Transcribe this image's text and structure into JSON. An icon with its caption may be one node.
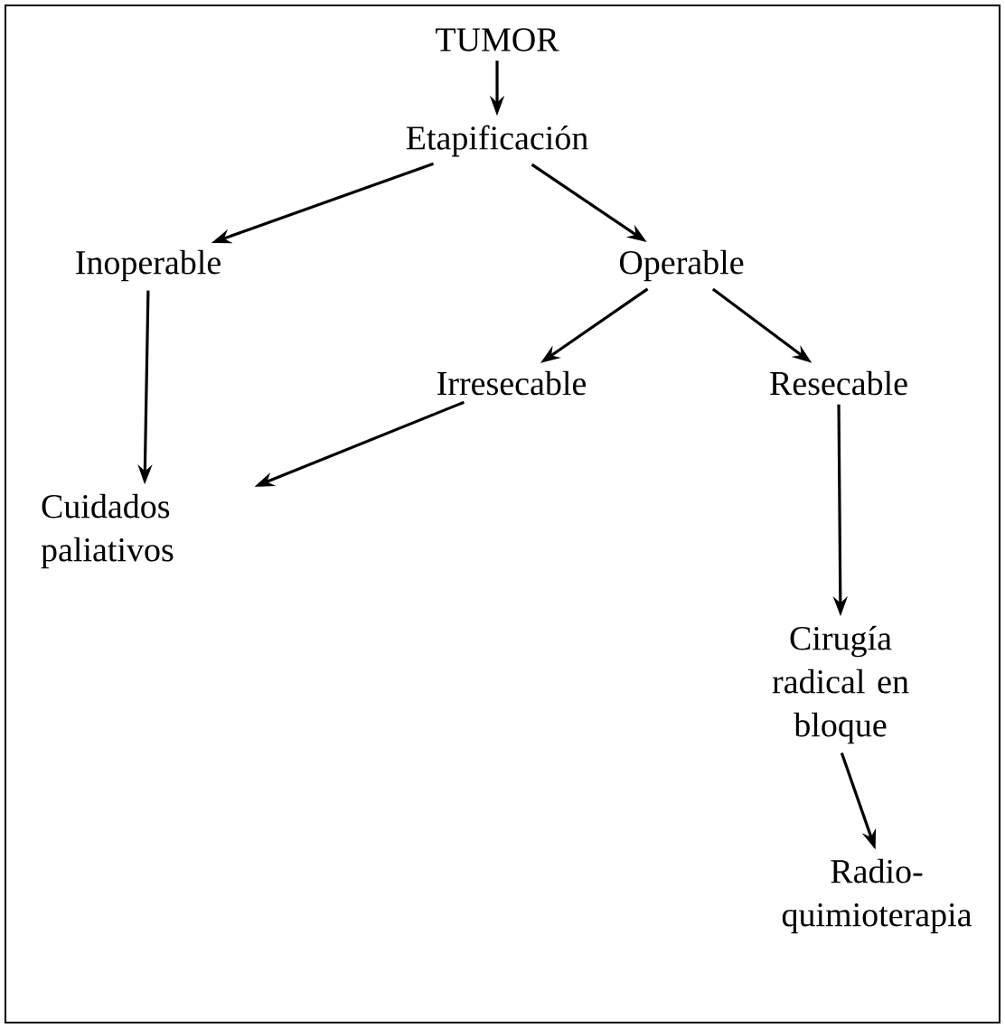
{
  "diagram": {
    "nodes": [
      {
        "text": [
          "TUMOR"
        ]
      },
      {
        "text": [
          "Etapificación"
        ]
      },
      {
        "text": [
          "Inoperable"
        ]
      },
      {
        "text": [
          "Operable"
        ]
      },
      {
        "text": [
          "Irresecable"
        ]
      },
      {
        "text": [
          "Resecable"
        ]
      },
      {
        "text": [
          "Cuidados paliativos"
        ]
      },
      {
        "text": [
          "Cirugía radical en bloque"
        ]
      },
      {
        "text": [
          "Radio-quimioterapia"
        ]
      }
    ],
    "edges": [
      {
        "from": 0,
        "to": 1,
        "arrow": "to"
      },
      {
        "from": 1,
        "to": 2,
        "arrow": "to"
      },
      {
        "from": 1,
        "to": 3,
        "arrow": "to"
      },
      {
        "from": 2,
        "to": 6,
        "arrow": "to"
      },
      {
        "from": 3,
        "to": 4,
        "arrow": "to"
      },
      {
        "from": 3,
        "to": 5,
        "arrow": "to"
      },
      {
        "from": 4,
        "to": 6,
        "arrow": "to"
      },
      {
        "from": 5,
        "to": 7,
        "arrow": "to"
      },
      {
        "from": 7,
        "to": 8,
        "arrow": "to"
      }
    ]
  }
}
